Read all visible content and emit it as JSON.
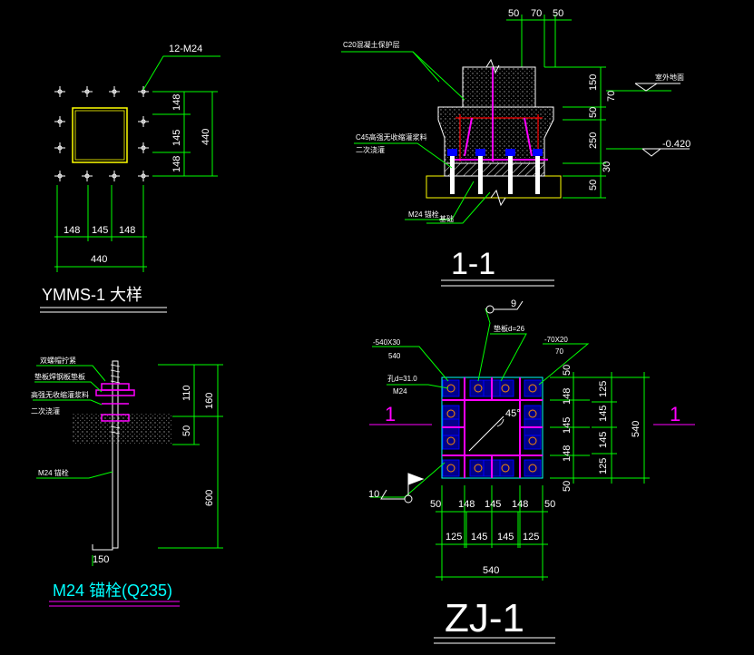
{
  "colors": {
    "background": "#000000",
    "dimension": "#00ff00",
    "text": "#ffffff",
    "plate": "#ffff00",
    "stiffener": "#ff00ff",
    "bolt": "#0000ff",
    "red": "#ff0000",
    "cyan": "#00ffff",
    "magenta_title": "#ff00ff"
  },
  "ymms": {
    "title": "YMMS-1  大样",
    "bolt_label": "12-M24",
    "dim_h": [
      "148",
      "145",
      "148"
    ],
    "dim_h_total": "440",
    "dim_v": [
      "148",
      "145",
      "148"
    ],
    "dim_v_total": "440"
  },
  "section": {
    "title": "1-1",
    "top_dims": [
      "50",
      "70",
      "50"
    ],
    "right_dims": [
      "150",
      "70",
      "50",
      "250",
      "30",
      "50"
    ],
    "label_c20": "C20混凝土保护层",
    "label_c45": "C45高强无收缩灌浆料",
    "label_c45_b": "二次浇灌",
    "label_anchor": "M24 锚栓",
    "label_base": "基础",
    "label_floor": "室外地面",
    "label_level": "-0.420"
  },
  "anchor": {
    "title": "M24 锚栓(Q235)",
    "label_nut": "双螺帽拧紧",
    "label_washer": "垫板焊钢板垫板",
    "label_grout": "高强无收缩灌浆料",
    "label_grout_b": "二次浇灌",
    "label_bolt": "M24 锚栓",
    "dims": [
      "110",
      "50",
      "160",
      "600"
    ],
    "bottom_dim": "150"
  },
  "zj": {
    "title": "ZJ-1",
    "section_mark": "1",
    "label_plate": "-540X30",
    "label_plate_b": "540",
    "label_hole": "孔d=31.0",
    "label_hole_b": "M24",
    "label_washer": "垫板d=26",
    "label_stiff": "-70X20",
    "label_stiff_b": "70",
    "label_angle": "45°",
    "weld_top": "9",
    "weld_left": "10",
    "right_dims_a": [
      "50",
      "148",
      "145",
      "148",
      "50"
    ],
    "right_dims_b": [
      "125",
      "145",
      "145",
      "125"
    ],
    "right_total": "540",
    "bottom_dims_a": [
      "50",
      "148",
      "145",
      "148",
      "50"
    ],
    "bottom_dims_b": [
      "125",
      "145",
      "145",
      "125"
    ],
    "bottom_total": "540"
  }
}
